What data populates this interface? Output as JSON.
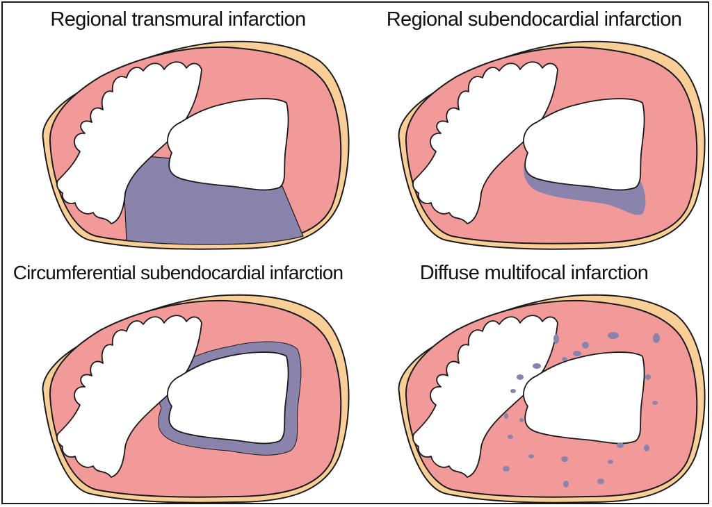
{
  "colors": {
    "myocardium": "#f29a9a",
    "pericardium_fat": "#f9cf97",
    "infarct": "#8a84ad",
    "cavity": "#ffffff",
    "outline": "#1a1a1a"
  },
  "panels": [
    {
      "title": "Regional transmural infarction",
      "pattern": "transmural"
    },
    {
      "title": "Regional subendocardial infarction",
      "pattern": "regional-subendocardial"
    },
    {
      "title": "Circumferential subendocardial infarction",
      "pattern": "circumferential"
    },
    {
      "title": "Diffuse multifocal infarction",
      "pattern": "multifocal"
    }
  ]
}
